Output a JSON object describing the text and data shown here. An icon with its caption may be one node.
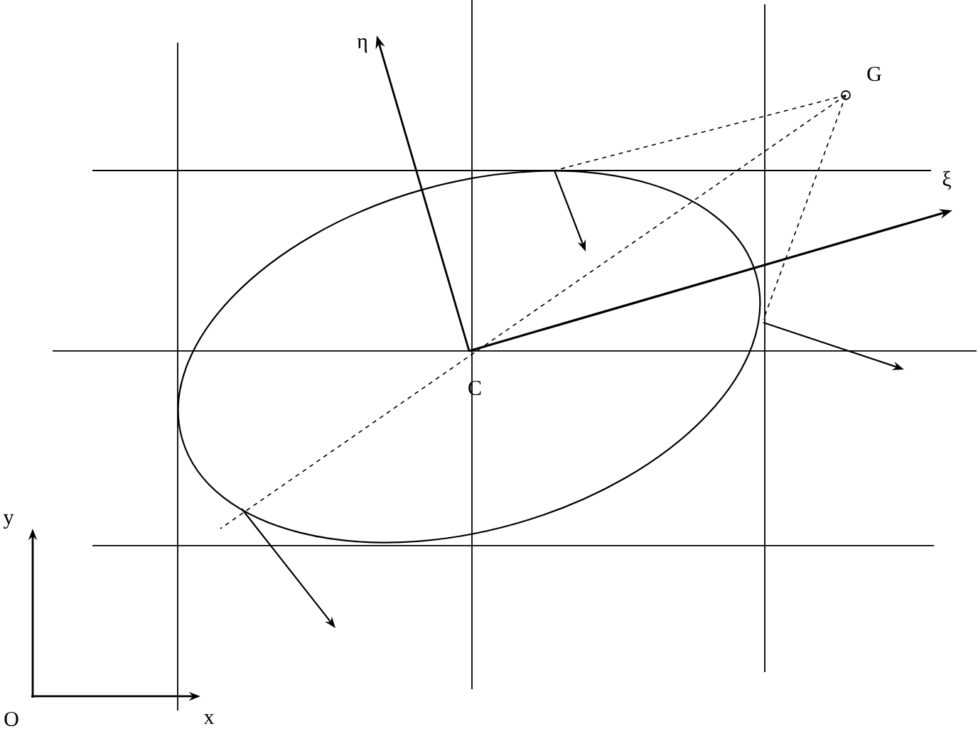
{
  "diagram": {
    "labels": [
      "η",
      "G",
      "ξ",
      "C",
      "y",
      "O",
      "x"
    ]
  }
}
